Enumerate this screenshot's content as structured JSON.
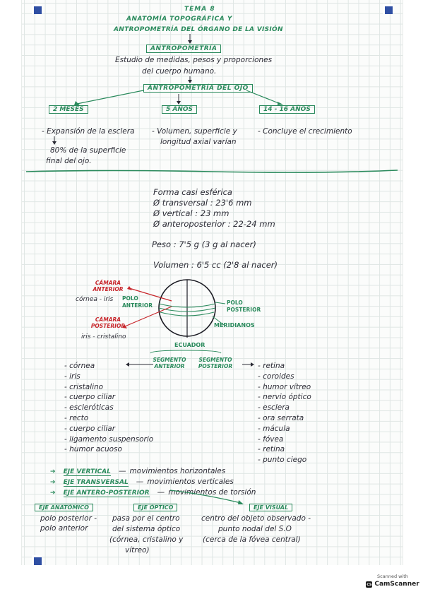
{
  "header": {
    "tema": "TEMA 8",
    "title_line1": "ANATOMÍA TOPOGRÁFICA Y",
    "title_line2": "ANTROPOMETRÍA DEL ÓRGANO DE LA VISIÓN"
  },
  "antropometria": {
    "box_label": "ANTROPOMETRÍA",
    "definition_line1": "Estudio de medidas, pesos y proporciones",
    "definition_line2": "del cuerpo humano."
  },
  "ojo": {
    "box_label": "ANTROPOMETRÍA DEL OJO",
    "columns": [
      {
        "label": "2 MESES",
        "lines": [
          "- Expansión de la esclera",
          "80% de la superficie",
          "final del ojo."
        ]
      },
      {
        "label": "5 AÑOS",
        "lines": [
          "- Volumen, superficie y",
          "longitud axial varían"
        ]
      },
      {
        "label": "14 - 16 AÑOS",
        "lines": [
          "- Concluye el crecimiento"
        ]
      }
    ]
  },
  "medidas": {
    "forma": "Forma casi esférica",
    "transversal": "Ø transversal : 23'6 mm",
    "vertical": "Ø vertical : 23 mm",
    "anteroposterior": "Ø anteroposterior : 22-24 mm",
    "peso": "Peso : 7'5 g (3 g al nacer)",
    "volumen": "Volumen : 6'5 cc (2'8 al nacer)"
  },
  "diagrama": {
    "camara_anterior": "CÁMARA ANTERIOR",
    "camara_posterior": "CÁMARA POSTERIOR",
    "cornea_iris": "córnea - iris",
    "iris_cristalino": "iris - cristalino",
    "polo_anterior": "POLO ANTERIOR",
    "polo_posterior": "POLO POSTERIOR",
    "meridianos": "MERIDIANOS",
    "ecuador": "ECUADOR"
  },
  "segmentos": {
    "anterior_label": "SEGMENTO ANTERIOR",
    "posterior_label": "SEGMENTO POSTERIOR",
    "anterior_items": [
      "- córnea",
      "- iris",
      "- cristalino",
      "- cuerpo ciliar",
      "- escleróticas",
      "- recto",
      "- cuerpo ciliar",
      "- ligamento suspensorio",
      "- humor acuoso"
    ],
    "posterior_items": [
      "- retina",
      "- coroides",
      "- humor vítreo",
      "- nervio óptico",
      "- esclera",
      "- ora serrata",
      "- mácula",
      "- fóvea",
      "- retina",
      "- punto ciego"
    ]
  },
  "ejes": [
    {
      "name": "EJE VERTICAL",
      "desc": "movimientos horizontales"
    },
    {
      "name": "EJE TRANSVERSAL",
      "desc": "movimientos verticales"
    },
    {
      "name": "EJE ANTERO-POSTERIOR",
      "desc": "movimientos de torsión"
    }
  ],
  "tipos_eje": [
    {
      "label": "EJE ANATÓMICO",
      "lines": [
        "polo posterior -",
        "polo anterior"
      ]
    },
    {
      "label": "EJE ÓPTICO",
      "lines": [
        "pasa por el centro",
        "del sistema óptico",
        "(córnea, cristalino y",
        "vítreo)"
      ]
    },
    {
      "label": "EJE VISUAL",
      "lines": [
        "centro del objeto observado -",
        "punto nodal del S.O",
        "(cerca de la fóvea central)"
      ]
    }
  ],
  "scanner": {
    "scanned_with": "Scanned with",
    "app": "CamScanner"
  },
  "colors": {
    "ink": "#2b2b35",
    "green": "#2a8a5c",
    "red": "#c7252a",
    "corner_blue": "#2f4fa3"
  }
}
